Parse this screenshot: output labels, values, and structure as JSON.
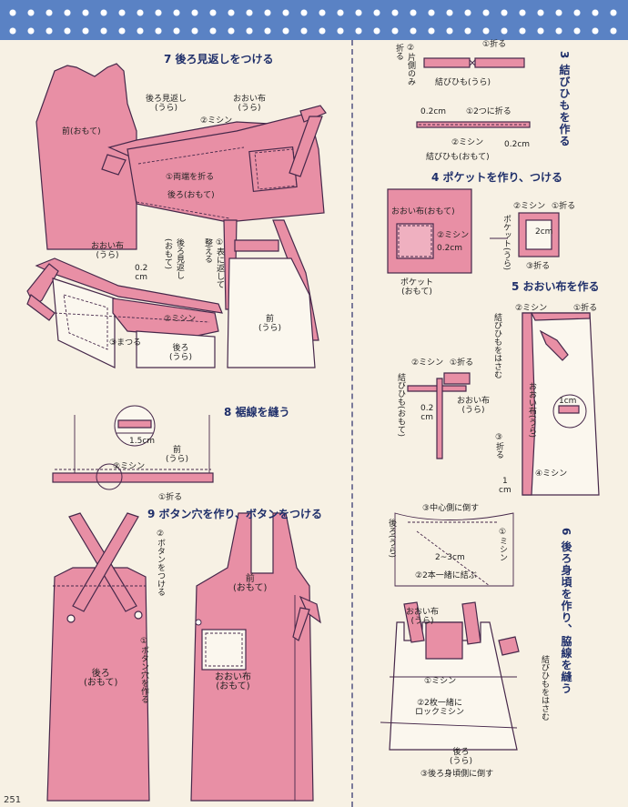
{
  "page_number": "251",
  "left": {
    "step7": {
      "title": "7 後ろ見返しをつける",
      "front_outer": "前(おもて)",
      "back_facing": "後ろ見返し\n(うら)",
      "sewing2": "②ミシン",
      "cover_back": "おおい布\n(うら)",
      "fold1": "①両端を折る",
      "back_outer": "後ろ(おもて)",
      "cover_back2": "おおい布\n(うら)",
      "back_facing2": "後ろ見返し\n(おもて)",
      "turn": "①表に返して\n整える",
      "sew2b": "②ミシン",
      "dim": "0.2\ncm",
      "matsuru": "③まつる",
      "back_back": "後ろ\n(うら)",
      "front_back": "前\n(うら)"
    },
    "step8": {
      "title": "8 裾線を縫う",
      "dim": "1.5cm",
      "front": "前\n(うら)",
      "sew": "②ミシン",
      "fold": "①折る"
    },
    "step9": {
      "title": "9 ボタン穴を作り、ボタンをつける",
      "button": "②ボタンをつける",
      "hole": "①ボタン穴を作る",
      "back": "後ろ\n(おもて)",
      "front": "前\n(おもて)",
      "cover": "おおい布\n(おもて)"
    }
  },
  "right": {
    "step3": {
      "title": "3 結びひもを作る",
      "fold1": "①折る",
      "one_side": "②片側のみ\n折る",
      "tie_back": "結びひも(うら)",
      "dim1": "0.2cm",
      "fold2": "①2つに折る",
      "sew": "②ミシン",
      "dim2": "0.2cm",
      "tie_front": "結びひも(おもて)"
    },
    "step4": {
      "title": "4 ポケットを作り、つける",
      "cover_front": "おおい布(おもて)",
      "sew2": "②ミシン",
      "dim": "0.2cm",
      "pocket": "ポケット\n(おもて)",
      "sew2b": "②ミシン",
      "fold1": "①折る",
      "dim2": "2cm",
      "pocket_back": "ポケット(うら)",
      "fold3": "③折る"
    },
    "step5": {
      "title": "5 おおい布を作る",
      "sew2": "②ミシン",
      "fold1": "①折る",
      "tie_insert": "結びひもをはさむ",
      "sew2b": "②ミシン",
      "fold1b": "①折る",
      "tie_front": "結びひも(おもて)",
      "dim": "0.2\ncm",
      "cover_back": "おおい布\n(うら)",
      "cover_back_v": "おおい布(うら)",
      "dim1cm": "1cm",
      "fold3": "③折る",
      "sew4": "④ミシン",
      "dim1cm2": "1\ncm"
    },
    "step6": {
      "title": "6 後ろ身頃を作り、脇線を縫う",
      "center": "③中心側に倒す",
      "back_back": "後ろ(うら)",
      "sew1": "①ミシン",
      "dim": "2~3cm",
      "tie_two": "②2本一緒に結ぶ",
      "cover_back": "おおい布\n(うら)",
      "sew1b": "①ミシン",
      "lock": "②2枚一緒に\nロックミシン",
      "back_back2": "後ろ\n(うら)",
      "fold_back": "③後ろ身頃側に倒す",
      "tie_insert": "結びひもをはさむ"
    }
  },
  "colors": {
    "band": "#5a82c4",
    "fabric": "#e88fa5",
    "paper": "#f7f1e4",
    "title": "#1f2f6a"
  }
}
